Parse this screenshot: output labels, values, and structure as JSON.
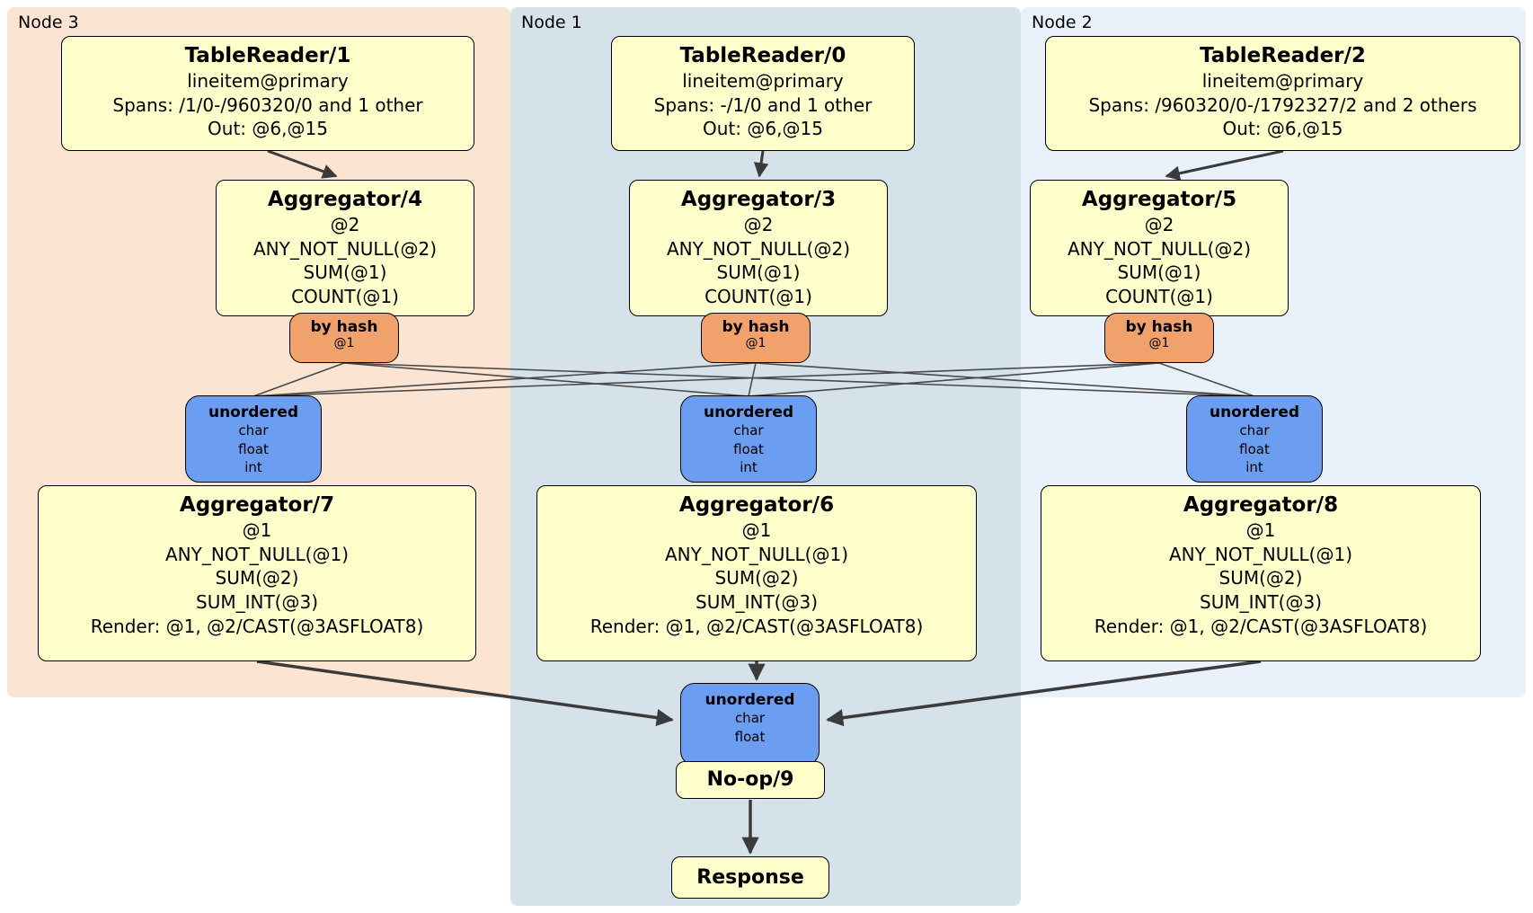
{
  "regions": {
    "node3": {
      "label": "Node 3"
    },
    "node1": {
      "label": "Node 1"
    },
    "node2": {
      "label": "Node 2"
    }
  },
  "processors": {
    "tr1": {
      "title": "TableReader/1",
      "lines": [
        "lineitem@primary",
        "Spans: /1/0-/960320/0 and 1 other",
        "Out: @6,@15"
      ]
    },
    "tr0": {
      "title": "TableReader/0",
      "lines": [
        "lineitem@primary",
        "Spans: -/1/0 and 1 other",
        "Out: @6,@15"
      ]
    },
    "tr2": {
      "title": "TableReader/2",
      "lines": [
        "lineitem@primary",
        "Spans: /960320/0-/1792327/2 and 2 others",
        "Out: @6,@15"
      ]
    },
    "agg4": {
      "title": "Aggregator/4",
      "lines": [
        "@2",
        "ANY_NOT_NULL(@2)",
        "SUM(@1)",
        "COUNT(@1)"
      ]
    },
    "agg3": {
      "title": "Aggregator/3",
      "lines": [
        "@2",
        "ANY_NOT_NULL(@2)",
        "SUM(@1)",
        "COUNT(@1)"
      ]
    },
    "agg5": {
      "title": "Aggregator/5",
      "lines": [
        "@2",
        "ANY_NOT_NULL(@2)",
        "SUM(@1)",
        "COUNT(@1)"
      ]
    },
    "agg7": {
      "title": "Aggregator/7",
      "lines": [
        "@1",
        "ANY_NOT_NULL(@1)",
        "SUM(@2)",
        "SUM_INT(@3)",
        "Render: @1, @2/CAST(@3ASFLOAT8)"
      ]
    },
    "agg6": {
      "title": "Aggregator/6",
      "lines": [
        "@1",
        "ANY_NOT_NULL(@1)",
        "SUM(@2)",
        "SUM_INT(@3)",
        "Render: @1, @2/CAST(@3ASFLOAT8)"
      ]
    },
    "agg8": {
      "title": "Aggregator/8",
      "lines": [
        "@1",
        "ANY_NOT_NULL(@1)",
        "SUM(@2)",
        "SUM_INT(@3)",
        "Render: @1, @2/CAST(@3ASFLOAT8)"
      ]
    },
    "hash3": {
      "title": "by hash",
      "lines": [
        "@1"
      ]
    },
    "hash1": {
      "title": "by hash",
      "lines": [
        "@1"
      ]
    },
    "hash2": {
      "title": "by hash",
      "lines": [
        "@1"
      ]
    },
    "sync3": {
      "title": "unordered",
      "lines": [
        "char",
        "float",
        "int"
      ]
    },
    "sync1": {
      "title": "unordered",
      "lines": [
        "char",
        "float",
        "int"
      ]
    },
    "sync2": {
      "title": "unordered",
      "lines": [
        "char",
        "float",
        "int"
      ]
    },
    "sync_final": {
      "title": "unordered",
      "lines": [
        "char",
        "float"
      ]
    },
    "noop": {
      "title": "No-op/9"
    },
    "response": {
      "title": "Response"
    }
  },
  "edges": [
    "TableReader/1 -> Aggregator/4",
    "TableReader/0 -> Aggregator/3",
    "TableReader/2 -> Aggregator/5",
    "Aggregator/4 -> by hash @1 (node3)",
    "Aggregator/3 -> by hash @1 (node1)",
    "Aggregator/5 -> by hash @1 (node2)",
    "by hash (node3) -> unordered (node3, node1, node2)",
    "by hash (node1) -> unordered (node3, node1, node2)",
    "by hash (node2) -> unordered (node3, node1, node2)",
    "unordered (node3) -> Aggregator/7",
    "unordered (node1) -> Aggregator/6",
    "unordered (node2) -> Aggregator/8",
    "Aggregator/7 -> unordered (final)",
    "Aggregator/6 -> unordered (final)",
    "Aggregator/8 -> unordered (final)",
    "unordered (final) -> No-op/9",
    "No-op/9 -> Response"
  ],
  "colors": {
    "node3_bg": "#fce4d2",
    "node1_bg": "#d5e2e9",
    "node2_bg": "#e9f1fa",
    "processor_bg": "#ffffcc",
    "router_bg": "#f0a16c",
    "sync_bg": "#6b9ef0",
    "edge": "#3b3b3b"
  }
}
